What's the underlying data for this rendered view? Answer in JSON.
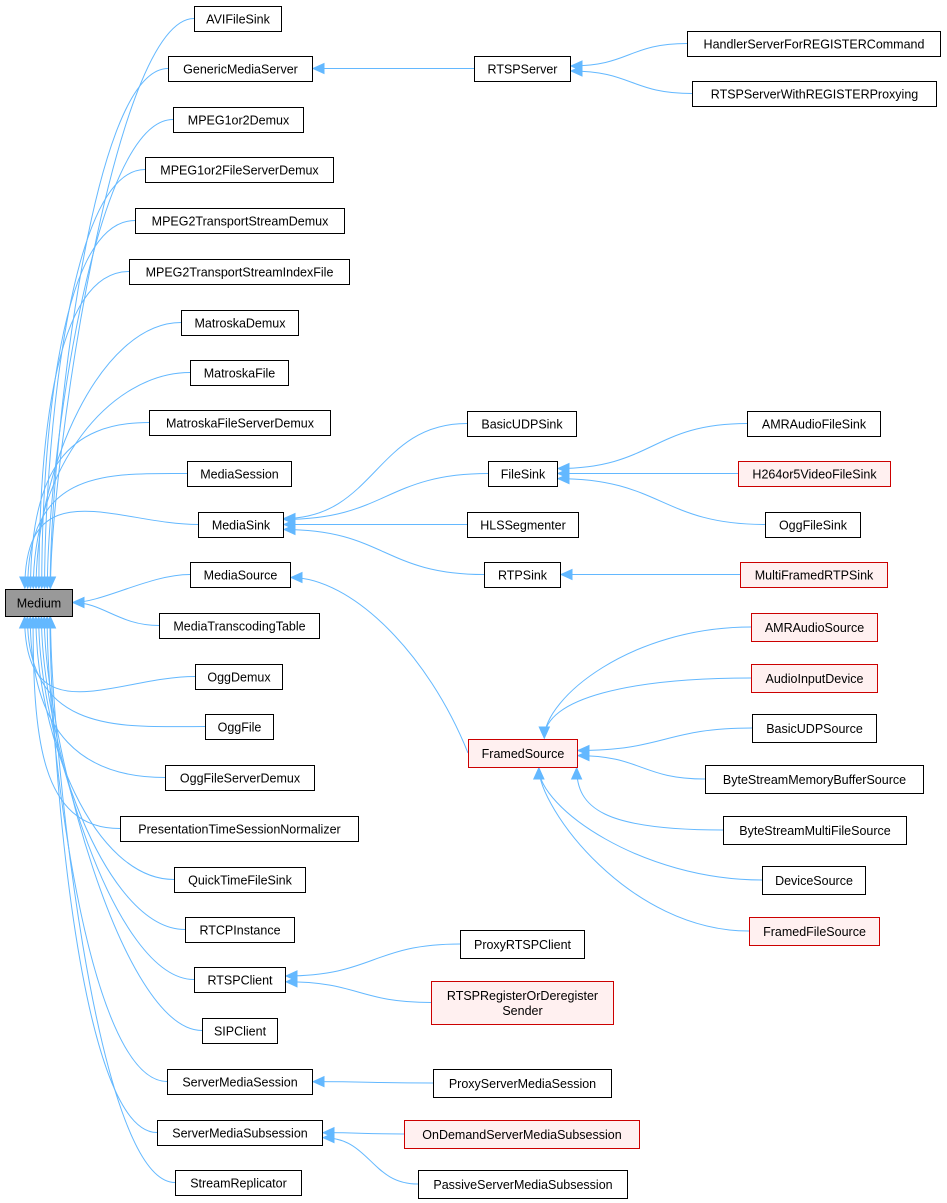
{
  "colors": {
    "edge": "#63b8ff",
    "root_fill": "#999999",
    "normal_fill": "#ffffff",
    "normal_stroke": "#000000",
    "incomplete_fill": "#fff0f0",
    "incomplete_stroke": "#cc0000"
  },
  "nodes": [
    {
      "id": "Medium",
      "lines": [
        "Medium"
      ],
      "style": "root"
    },
    {
      "id": "AVIFileSink",
      "lines": [
        "AVIFileSink"
      ],
      "style": "normal"
    },
    {
      "id": "GenericMediaServer",
      "lines": [
        "GenericMediaServer"
      ],
      "style": "normal"
    },
    {
      "id": "MPEG1or2Demux",
      "lines": [
        "MPEG1or2Demux"
      ],
      "style": "normal"
    },
    {
      "id": "MPEG1or2FileServerDemux",
      "lines": [
        "MPEG1or2FileServerDemux"
      ],
      "style": "normal"
    },
    {
      "id": "MPEG2TransportStreamDemux",
      "lines": [
        "MPEG2TransportStreamDemux"
      ],
      "style": "normal"
    },
    {
      "id": "MPEG2TransportStreamIndexFile",
      "lines": [
        "MPEG2TransportStreamIndexFile"
      ],
      "style": "normal"
    },
    {
      "id": "MatroskaDemux",
      "lines": [
        "MatroskaDemux"
      ],
      "style": "normal"
    },
    {
      "id": "MatroskaFile",
      "lines": [
        "MatroskaFile"
      ],
      "style": "normal"
    },
    {
      "id": "MatroskaFileServerDemux",
      "lines": [
        "MatroskaFileServerDemux"
      ],
      "style": "normal"
    },
    {
      "id": "MediaSession",
      "lines": [
        "MediaSession"
      ],
      "style": "normal"
    },
    {
      "id": "MediaSink",
      "lines": [
        "MediaSink"
      ],
      "style": "normal"
    },
    {
      "id": "MediaSource",
      "lines": [
        "MediaSource"
      ],
      "style": "normal"
    },
    {
      "id": "MediaTranscodingTable",
      "lines": [
        "MediaTranscodingTable"
      ],
      "style": "normal"
    },
    {
      "id": "OggDemux",
      "lines": [
        "OggDemux"
      ],
      "style": "normal"
    },
    {
      "id": "OggFile",
      "lines": [
        "OggFile"
      ],
      "style": "normal"
    },
    {
      "id": "OggFileServerDemux",
      "lines": [
        "OggFileServerDemux"
      ],
      "style": "normal"
    },
    {
      "id": "PresentationTimeSessionNormalizer",
      "lines": [
        "PresentationTimeSessionNormalizer"
      ],
      "style": "normal"
    },
    {
      "id": "QuickTimeFileSink",
      "lines": [
        "QuickTimeFileSink"
      ],
      "style": "normal"
    },
    {
      "id": "RTCPInstance",
      "lines": [
        "RTCPInstance"
      ],
      "style": "normal"
    },
    {
      "id": "RTSPClient",
      "lines": [
        "RTSPClient"
      ],
      "style": "normal"
    },
    {
      "id": "SIPClient",
      "lines": [
        "SIPClient"
      ],
      "style": "normal"
    },
    {
      "id": "ServerMediaSession",
      "lines": [
        "ServerMediaSession"
      ],
      "style": "normal"
    },
    {
      "id": "ServerMediaSubsession",
      "lines": [
        "ServerMediaSubsession"
      ],
      "style": "normal"
    },
    {
      "id": "StreamReplicator",
      "lines": [
        "StreamReplicator"
      ],
      "style": "normal"
    },
    {
      "id": "RTSPServer",
      "lines": [
        "RTSPServer"
      ],
      "style": "normal"
    },
    {
      "id": "HandlerServerForREGISTERCommand",
      "lines": [
        "HandlerServerForREGISTERCommand"
      ],
      "style": "normal"
    },
    {
      "id": "RTSPServerWithREGISTERProxying",
      "lines": [
        "RTSPServerWithREGISTERProxying"
      ],
      "style": "normal"
    },
    {
      "id": "BasicUDPSink",
      "lines": [
        "BasicUDPSink"
      ],
      "style": "normal"
    },
    {
      "id": "FileSink",
      "lines": [
        "FileSink"
      ],
      "style": "normal"
    },
    {
      "id": "HLSSegmenter",
      "lines": [
        "HLSSegmenter"
      ],
      "style": "normal"
    },
    {
      "id": "RTPSink",
      "lines": [
        "RTPSink"
      ],
      "style": "normal"
    },
    {
      "id": "AMRAudioFileSink",
      "lines": [
        "AMRAudioFileSink"
      ],
      "style": "normal"
    },
    {
      "id": "H264or5VideoFileSink",
      "lines": [
        "H264or5VideoFileSink"
      ],
      "style": "incomplete"
    },
    {
      "id": "OggFileSink",
      "lines": [
        "OggFileSink"
      ],
      "style": "normal"
    },
    {
      "id": "MultiFramedRTPSink",
      "lines": [
        "MultiFramedRTPSink"
      ],
      "style": "incomplete"
    },
    {
      "id": "FramedSource",
      "lines": [
        "FramedSource"
      ],
      "style": "incomplete"
    },
    {
      "id": "AMRAudioSource",
      "lines": [
        "AMRAudioSource"
      ],
      "style": "incomplete"
    },
    {
      "id": "AudioInputDevice",
      "lines": [
        "AudioInputDevice"
      ],
      "style": "incomplete"
    },
    {
      "id": "BasicUDPSource",
      "lines": [
        "BasicUDPSource"
      ],
      "style": "normal"
    },
    {
      "id": "ByteStreamMemoryBufferSource",
      "lines": [
        "ByteStreamMemoryBufferSource"
      ],
      "style": "normal"
    },
    {
      "id": "ByteStreamMultiFileSource",
      "lines": [
        "ByteStreamMultiFileSource"
      ],
      "style": "normal"
    },
    {
      "id": "DeviceSource",
      "lines": [
        "DeviceSource"
      ],
      "style": "normal"
    },
    {
      "id": "FramedFileSource",
      "lines": [
        "FramedFileSource"
      ],
      "style": "incomplete"
    },
    {
      "id": "ProxyRTSPClient",
      "lines": [
        "ProxyRTSPClient"
      ],
      "style": "normal"
    },
    {
      "id": "RTSPRegisterOrDeregisterSender",
      "lines": [
        "RTSPRegisterOrDeregister",
        "Sender"
      ],
      "style": "incomplete"
    },
    {
      "id": "ProxyServerMediaSession",
      "lines": [
        "ProxyServerMediaSession"
      ],
      "style": "normal"
    },
    {
      "id": "OnDemandServerMediaSubsession",
      "lines": [
        "OnDemandServerMediaSubsession"
      ],
      "style": "incomplete"
    },
    {
      "id": "PassiveServerMediaSubsession",
      "lines": [
        "PassiveServerMediaSubsession"
      ],
      "style": "normal"
    }
  ],
  "edges": [
    {
      "parent": "Medium",
      "child": "AVIFileSink"
    },
    {
      "parent": "Medium",
      "child": "GenericMediaServer"
    },
    {
      "parent": "Medium",
      "child": "MPEG1or2Demux"
    },
    {
      "parent": "Medium",
      "child": "MPEG1or2FileServerDemux"
    },
    {
      "parent": "Medium",
      "child": "MPEG2TransportStreamDemux"
    },
    {
      "parent": "Medium",
      "child": "MPEG2TransportStreamIndexFile"
    },
    {
      "parent": "Medium",
      "child": "MatroskaDemux"
    },
    {
      "parent": "Medium",
      "child": "MatroskaFile"
    },
    {
      "parent": "Medium",
      "child": "MatroskaFileServerDemux"
    },
    {
      "parent": "Medium",
      "child": "MediaSession"
    },
    {
      "parent": "Medium",
      "child": "MediaSink"
    },
    {
      "parent": "Medium",
      "child": "MediaSource"
    },
    {
      "parent": "Medium",
      "child": "MediaTranscodingTable"
    },
    {
      "parent": "Medium",
      "child": "OggDemux"
    },
    {
      "parent": "Medium",
      "child": "OggFile"
    },
    {
      "parent": "Medium",
      "child": "OggFileServerDemux"
    },
    {
      "parent": "Medium",
      "child": "PresentationTimeSessionNormalizer"
    },
    {
      "parent": "Medium",
      "child": "QuickTimeFileSink"
    },
    {
      "parent": "Medium",
      "child": "RTCPInstance"
    },
    {
      "parent": "Medium",
      "child": "RTSPClient"
    },
    {
      "parent": "Medium",
      "child": "SIPClient"
    },
    {
      "parent": "Medium",
      "child": "ServerMediaSession"
    },
    {
      "parent": "Medium",
      "child": "ServerMediaSubsession"
    },
    {
      "parent": "Medium",
      "child": "StreamReplicator"
    },
    {
      "parent": "GenericMediaServer",
      "child": "RTSPServer"
    },
    {
      "parent": "RTSPServer",
      "child": "HandlerServerForREGISTERCommand"
    },
    {
      "parent": "RTSPServer",
      "child": "RTSPServerWithREGISTERProxying"
    },
    {
      "parent": "MediaSink",
      "child": "BasicUDPSink"
    },
    {
      "parent": "MediaSink",
      "child": "FileSink"
    },
    {
      "parent": "MediaSink",
      "child": "HLSSegmenter"
    },
    {
      "parent": "MediaSink",
      "child": "RTPSink"
    },
    {
      "parent": "FileSink",
      "child": "AMRAudioFileSink"
    },
    {
      "parent": "FileSink",
      "child": "H264or5VideoFileSink"
    },
    {
      "parent": "FileSink",
      "child": "OggFileSink"
    },
    {
      "parent": "RTPSink",
      "child": "MultiFramedRTPSink"
    },
    {
      "parent": "MediaSource",
      "child": "FramedSource"
    },
    {
      "parent": "FramedSource",
      "child": "AMRAudioSource"
    },
    {
      "parent": "FramedSource",
      "child": "AudioInputDevice"
    },
    {
      "parent": "FramedSource",
      "child": "BasicUDPSource"
    },
    {
      "parent": "FramedSource",
      "child": "ByteStreamMemoryBufferSource"
    },
    {
      "parent": "FramedSource",
      "child": "ByteStreamMultiFileSource"
    },
    {
      "parent": "FramedSource",
      "child": "DeviceSource"
    },
    {
      "parent": "FramedSource",
      "child": "FramedFileSource"
    },
    {
      "parent": "RTSPClient",
      "child": "ProxyRTSPClient"
    },
    {
      "parent": "RTSPClient",
      "child": "RTSPRegisterOrDeregisterSender"
    },
    {
      "parent": "ServerMediaSession",
      "child": "ProxyServerMediaSession"
    },
    {
      "parent": "ServerMediaSubsession",
      "child": "OnDemandServerMediaSubsession"
    },
    {
      "parent": "ServerMediaSubsession",
      "child": "PassiveServerMediaSubsession"
    }
  ]
}
